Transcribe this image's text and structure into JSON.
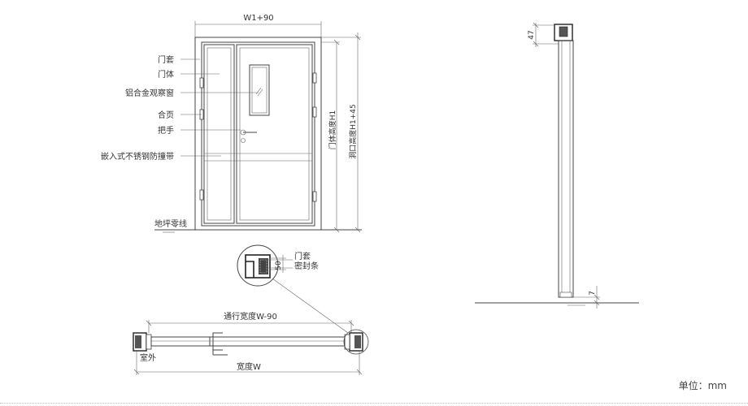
{
  "elevation": {
    "top_dimension": "W1+90",
    "door_height": "门体高度H1",
    "opening_height": "洞口高度H1+45",
    "labels": {
      "frame": "门套",
      "door_body": "门体",
      "window": "铝合金观察窗",
      "hinge": "合页",
      "handle": "把手",
      "kick_strip": "嵌入式不锈钢防撞带",
      "floor_line": "地坪零线"
    }
  },
  "section": {
    "top_dim": "47",
    "bottom_dim": "7"
  },
  "plan": {
    "clear_width": "通行宽度W-90",
    "total_width": "宽度W",
    "outside": "室外",
    "detail_frame": "门套",
    "detail_seal": "密封条",
    "detail_dim": "50"
  },
  "unit_label": "单位：mm"
}
